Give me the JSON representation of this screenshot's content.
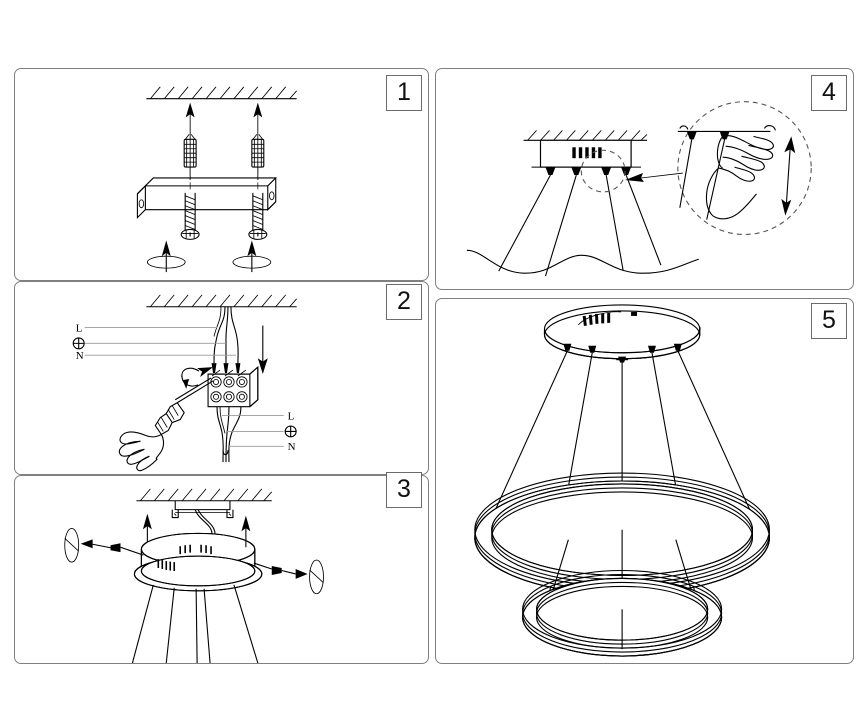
{
  "document": {
    "title": "Pendant Lamp Installation Instructions",
    "type": "assembly-instruction-diagram",
    "style": "black and white line drawing",
    "background_color": "#ffffff",
    "line_color": "#000000",
    "panel_border_color": "#808080"
  },
  "steps": [
    {
      "number": "1",
      "name": "mount-bracket-to-ceiling",
      "description": "Insert two wall anchors into the ceiling and fasten the mounting bracket with two screws.",
      "elements": [
        "ceiling-hatching",
        "wall-anchor-left",
        "wall-anchor-right",
        "up-arrow-left",
        "up-arrow-right",
        "mounting-bracket",
        "screw-left",
        "screw-right",
        "rotation-arrow-left",
        "rotation-arrow-right"
      ]
    },
    {
      "number": "2",
      "name": "connect-wiring-terminal-block",
      "description": "Connect the ceiling supply wires and the fixture wires into the terminal block and tighten with a screwdriver.",
      "elements": [
        "ceiling-hatching",
        "supply-wires",
        "terminal-block",
        "fixture-wires",
        "screwdriver",
        "hand",
        "rotation-arrow",
        "down-arrow"
      ],
      "labels_top": [
        {
          "text": "L",
          "name": "label-live-top"
        },
        {
          "text": "⊕",
          "name": "label-earth-top"
        },
        {
          "text": "N",
          "name": "label-neutral-top"
        }
      ],
      "labels_bottom": [
        {
          "text": "L",
          "name": "label-live-bottom"
        },
        {
          "text": "⊕",
          "name": "label-earth-bottom"
        },
        {
          "text": "N",
          "name": "label-neutral-bottom"
        }
      ]
    },
    {
      "number": "3",
      "name": "attach-canopy-to-bracket",
      "description": "Lift the canopy over the bracket and lock it with the two side screws.",
      "elements": [
        "ceiling-hatching",
        "mounting-bracket",
        "wire-loop",
        "canopy-cylinder",
        "canopy-flange",
        "vent-ribs",
        "side-screw-left",
        "side-screw-right",
        "rotation-arrow-left",
        "rotation-arrow-right",
        "up-arrow-left",
        "up-arrow-right",
        "suspension-cables"
      ]
    },
    {
      "number": "4",
      "name": "adjust-cable-length",
      "description": "Adjust the suspension cable length at the gripper; detail circle shows pinching the gripper and sliding the cable up or down.",
      "elements": [
        "ceiling-hatching",
        "canopy-side-view",
        "vent-ribs",
        "cable-grippers",
        "suspension-cables",
        "break-wave-line",
        "detail-circle",
        "detail-leader-arrow",
        "hand",
        "double-headed-arrow"
      ]
    },
    {
      "number": "5",
      "name": "finished-assembly",
      "description": "Finished two-ring LED pendant chandelier hanging from the round canopy on five cables.",
      "elements": [
        "canopy-disc",
        "vent-ribs",
        "cable-anchors",
        "suspension-cables",
        "upper-ring-large",
        "lower-ring-small",
        "center-cable"
      ],
      "ring_count": 2,
      "cable_count": 5
    }
  ]
}
